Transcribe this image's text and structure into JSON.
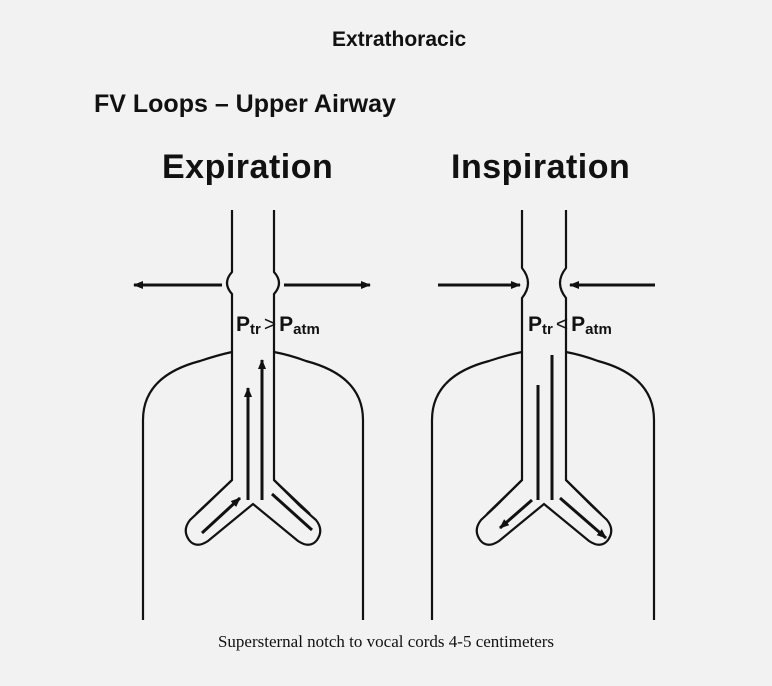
{
  "heading": "Extrathoracic",
  "subheading": "FV Loops – Upper Airway",
  "panels": {
    "expiration": {
      "title": "Expiration",
      "pressure": {
        "left_p": "P",
        "left_sub": "tr",
        "operator": ">",
        "right_p": "P",
        "right_sub": "atm"
      }
    },
    "inspiration": {
      "title": "Inspiration",
      "pressure": {
        "left_p": "P",
        "left_sub": "tr",
        "operator": "<",
        "right_p": "P",
        "right_sub": "atm"
      }
    }
  },
  "caption": "Supersternal notch to vocal cords 4-5 centimeters",
  "colors": {
    "ink": "#111111",
    "background": "#f2f2f2"
  }
}
